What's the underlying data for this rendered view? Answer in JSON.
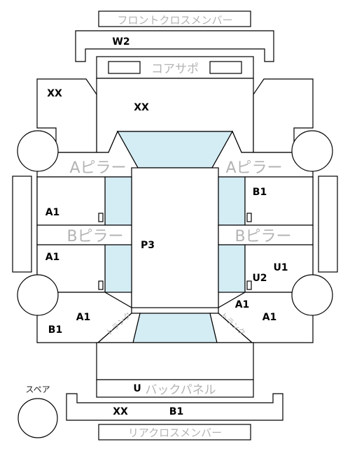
{
  "labels": {
    "front_cross_member": "フロントクロスメンバー",
    "core_support": "コアサポ",
    "a_pillar_left": "Aピラー",
    "a_pillar_right": "Aピラー",
    "b_pillar_left": "Bピラー",
    "b_pillar_right": "Bピラー",
    "trunk_left": "トランク",
    "trunk_right": "トランク",
    "back_panel": "バックパネル",
    "rear_cross_member": "リアクロスメンバー",
    "spare": "スペア"
  },
  "codes": {
    "w2": "W2",
    "xx_front_left": "XX",
    "xx_hood": "XX",
    "b1_front_right_door": "B1",
    "a1_front_left_door": "A1",
    "p3_roof": "P3",
    "a1_rear_left_door": "A1",
    "u1_rear_right_door": "U1",
    "u2_rear_right_door": "U2",
    "a1_rear_left_fender": "A1",
    "b1_rear_left_fender": "B1",
    "a1_rear_right_glass": "A1",
    "a1_rear_right_fender": "A1",
    "u_trunk": "U",
    "xx_rear_bumper": "XX",
    "b1_rear_bumper": "B1"
  },
  "colors": {
    "glass": "#d4ecf4",
    "label_gray": "#b3b3b3",
    "line": "#000000"
  }
}
